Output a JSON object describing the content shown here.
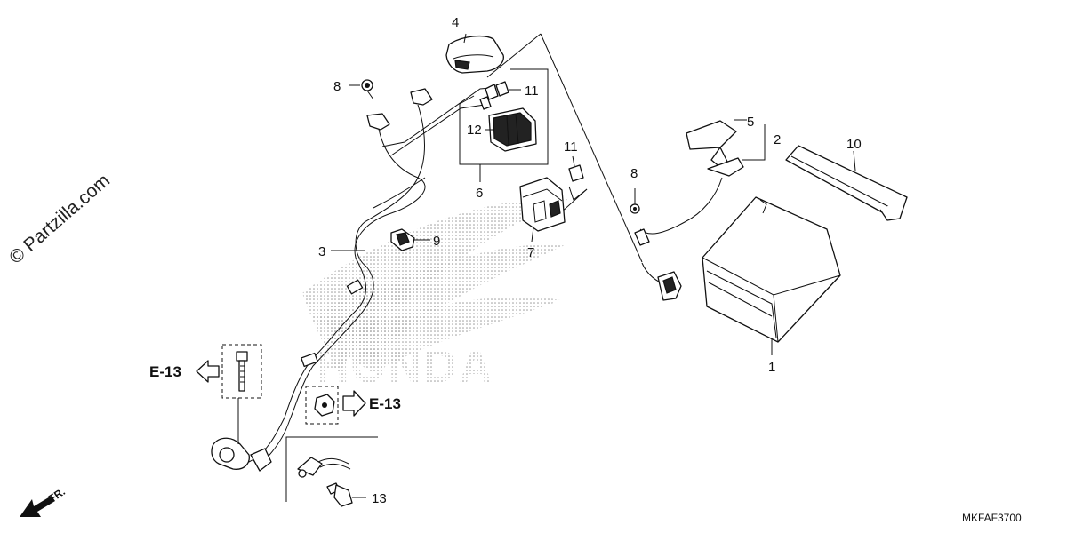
{
  "watermark": "© Partzilla.com",
  "diagram_code": "MKFAF3700",
  "front_indicator": "FR.",
  "brand_mark": "HONDA",
  "references": {
    "left": "E-13",
    "right": "E-13"
  },
  "callouts": {
    "c1": "1",
    "c2": "2",
    "c3": "3",
    "c4": "4",
    "c5": "5",
    "c6": "6",
    "c7": "7",
    "c8a": "8",
    "c8b": "8",
    "c9": "9",
    "c10": "10",
    "c11a": "11",
    "c11b": "11",
    "c12": "12",
    "c13": "13"
  }
}
